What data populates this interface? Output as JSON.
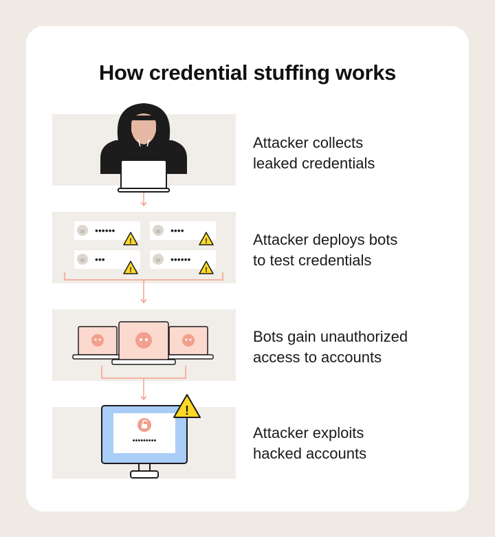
{
  "title": "How credential stuffing works",
  "steps": [
    {
      "line1": "Attacker collects",
      "line2": "leaked credentials"
    },
    {
      "line1": "Attacker deploys bots",
      "line2": "to test credentials"
    },
    {
      "line1": "Bots gain unauthorized",
      "line2": "access to accounts"
    },
    {
      "line1": "Attacker exploits",
      "line2": "hacked accounts"
    }
  ],
  "masked_passwords": [
    "••••••",
    "••••",
    "•••",
    "••••••"
  ],
  "screen_password": "•••••••••",
  "alert_symbol": "!",
  "colors": {
    "background": "#efebe4",
    "panel": "#f1ede8",
    "accent": "#f2a08d",
    "accent_light": "#fbd9cf",
    "warning": "#ffd826",
    "monitor_blue": "#a9cdf7",
    "dark": "#1c1c1c"
  }
}
